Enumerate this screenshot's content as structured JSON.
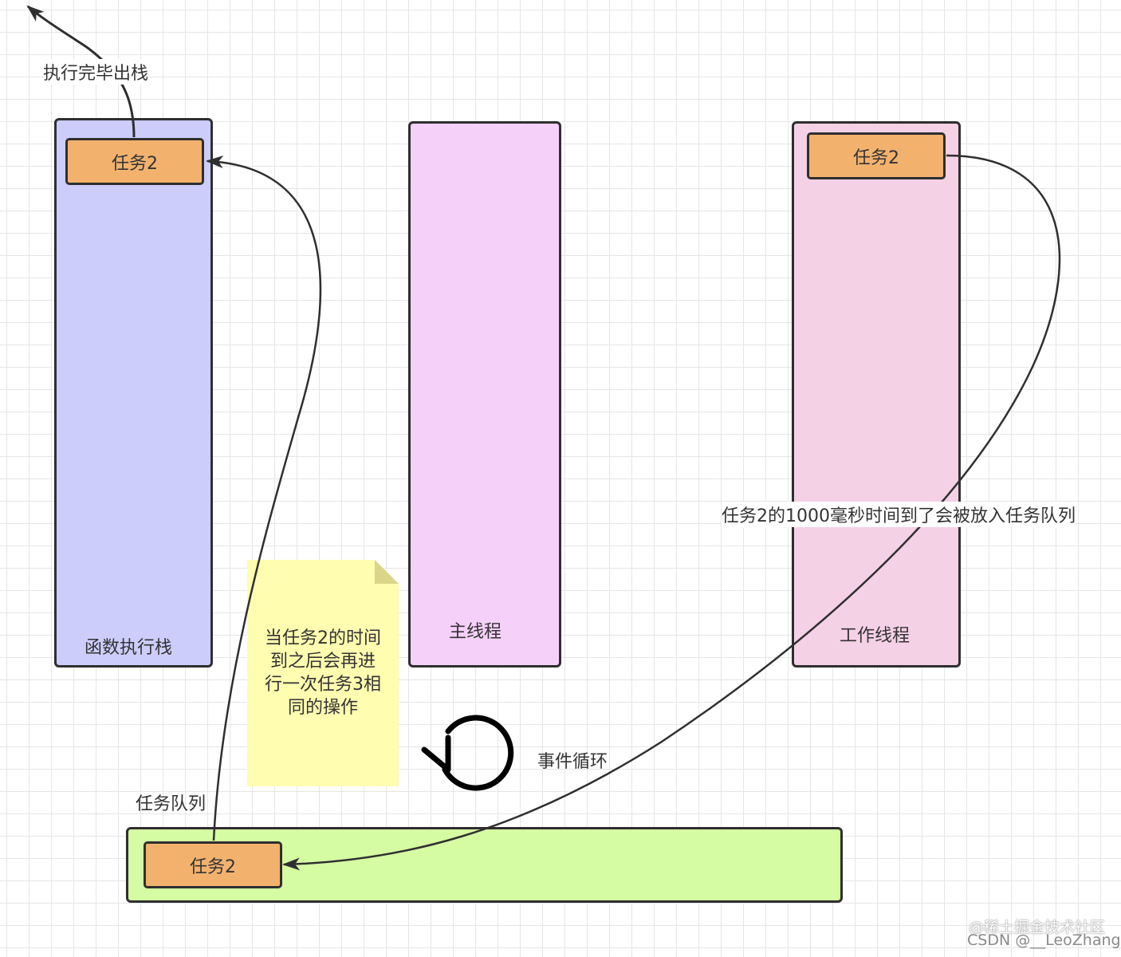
{
  "columns": {
    "call_stack": {
      "label": "函数执行栈",
      "task": "任务2"
    },
    "main_thread": {
      "label": "主线程"
    },
    "worker_thread": {
      "label": "工作线程",
      "task": "任务2"
    }
  },
  "queue": {
    "label": "任务队列",
    "task": "任务2"
  },
  "annotations": {
    "pop_stack": "执行完毕出栈",
    "timer_done": "任务2的1000毫秒时间到了会被放入任务队列",
    "event_loop": "事件循环"
  },
  "note": {
    "lines": [
      "当任务2的时间",
      "到之后会再进",
      "行一次任务3相",
      "同的操作"
    ]
  },
  "watermark": {
    "line1": "@稀土掘金技术社区",
    "line2": "CSDN @__LeoZhang"
  },
  "colors": {
    "call_stack_fill": "#cccdfa",
    "main_thread_fill": "#f5d0f9",
    "worker_thread_fill": "#f5d1e5",
    "queue_fill": "#d5fba3",
    "task_fill": "#f2b26e",
    "note_fill": "#fffdb0",
    "stroke": "#2f2f2f"
  }
}
